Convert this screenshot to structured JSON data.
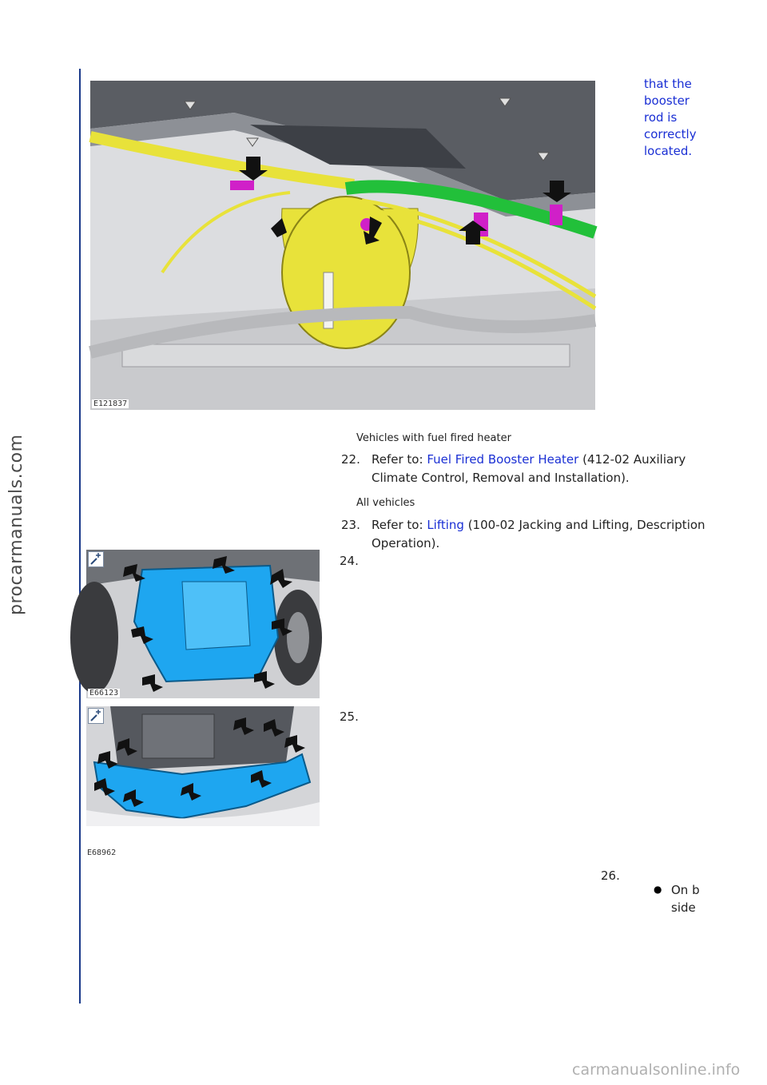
{
  "figures": {
    "top": {
      "code": "E121837"
    },
    "fig24": {
      "code": "E66123"
    },
    "fig25": {
      "code": "E68962"
    }
  },
  "wrap_note": [
    "that the",
    "booster",
    "rod is",
    "correctly",
    "located."
  ],
  "section_fuel_heater": "Vehicles with fuel fired heater",
  "step22": {
    "number": "22.",
    "prefix": "Refer to: ",
    "link": "Fuel Fired Booster Heater",
    "suffix": " (412-02 Auxiliary",
    "line2": "Climate Control, Removal and Installation)."
  },
  "section_all": "All vehicles",
  "step23": {
    "number": "23.",
    "prefix": "Refer to: ",
    "link": "Lifting",
    "suffix": " (100-02 Jacking and Lifting, Description",
    "line2": "Operation)."
  },
  "step24": {
    "number": "24."
  },
  "step25": {
    "number": "25."
  },
  "step26": {
    "number": "26.",
    "bullet_line1": "On b",
    "bullet_line2": "side"
  },
  "watermark_left": "procarmanuals.com",
  "watermark_bottom": "carmanualsonline.info",
  "colors": {
    "link": "#1a2fd4",
    "margin_line": "#1a3a8a",
    "shield_blue": "#1ea6f0",
    "booster_yellow": "#e8e23a",
    "hose_green": "#22c03a",
    "clip_magenta": "#d020c8"
  }
}
